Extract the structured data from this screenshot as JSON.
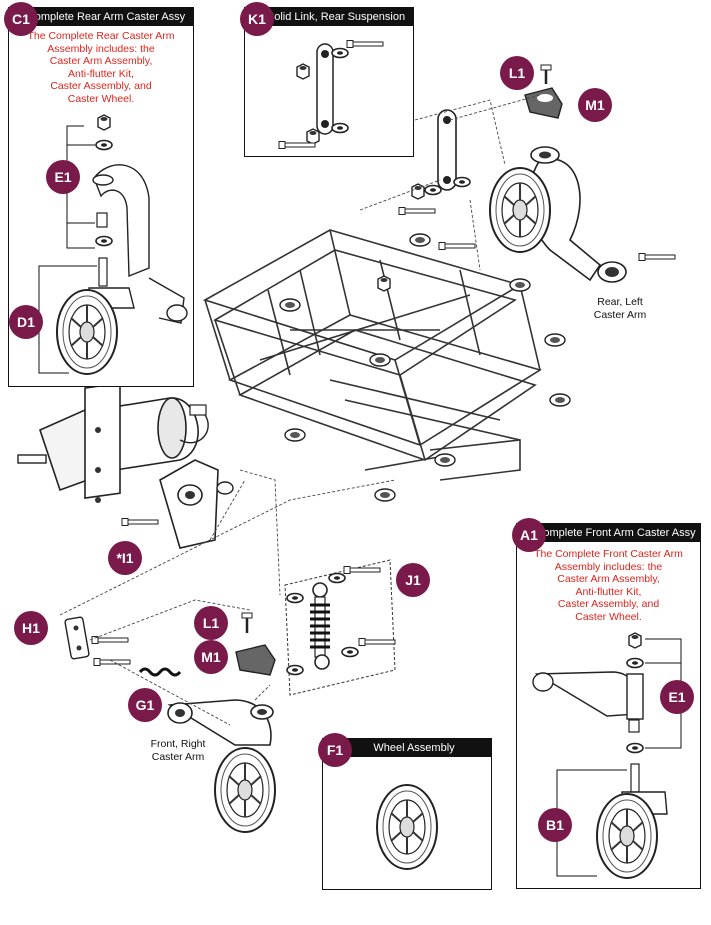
{
  "panels": {
    "c1": {
      "callout": "C1",
      "title": "Complete Rear Arm Caster Assy",
      "lines": [
        "The Complete Rear Caster Arm",
        "Assembly includes: the",
        "Caster Arm Assembly,",
        "Anti-flutter Kit,",
        "Caster Assembly, and",
        "Caster Wheel."
      ]
    },
    "k1": {
      "callout": "K1",
      "title": "Solid Link, Rear Suspension"
    },
    "a1": {
      "callout": "A1",
      "title": "Complete Front Arm Caster Assy",
      "lines": [
        "The Complete Front Caster Arm",
        "Assembly includes: the",
        "Caster Arm Assembly,",
        "Anti-flutter Kit,",
        "Caster Assembly, and",
        "Caster Wheel."
      ]
    },
    "f1": {
      "callout": "F1",
      "title": "Wheel Assembly"
    }
  },
  "callouts": {
    "e1_rear": "E1",
    "d1": "D1",
    "l1_top": "L1",
    "m1_top": "M1",
    "i1": "*I1",
    "j1": "J1",
    "h1": "H1",
    "l1_mid": "L1",
    "m1_mid": "M1",
    "g1": "G1",
    "e1_front": "E1",
    "b1": "B1"
  },
  "notes": {
    "rear_left": [
      "Rear, Left",
      "Caster Arm"
    ],
    "front_right": [
      "Front, Right",
      "Caster Arm"
    ]
  },
  "colors": {
    "callout": "#7a1a4a",
    "description": "#e0241b",
    "header": "#111111"
  }
}
